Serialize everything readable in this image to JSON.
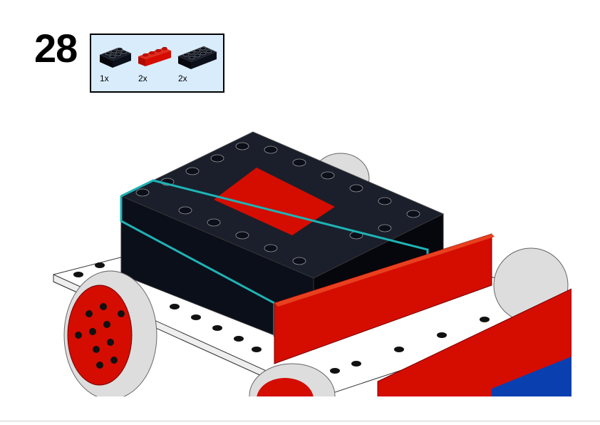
{
  "step": {
    "number": "28"
  },
  "parts_list": {
    "items": [
      {
        "name": "black-brick-2x3",
        "color": "#0b0f1a",
        "quantity": "1x"
      },
      {
        "name": "red-brick-1x4",
        "color": "#d40d00",
        "quantity": "2x"
      },
      {
        "name": "black-brick-2x4",
        "color": "#0b0f1a",
        "quantity": "2x"
      }
    ]
  },
  "colors": {
    "black": "#0b0f1a",
    "red": "#d40d00",
    "white": "#ffffff",
    "blue": "#0a3fb0",
    "highlight": "#1fb3b5",
    "panel": "#d9ecfb"
  }
}
